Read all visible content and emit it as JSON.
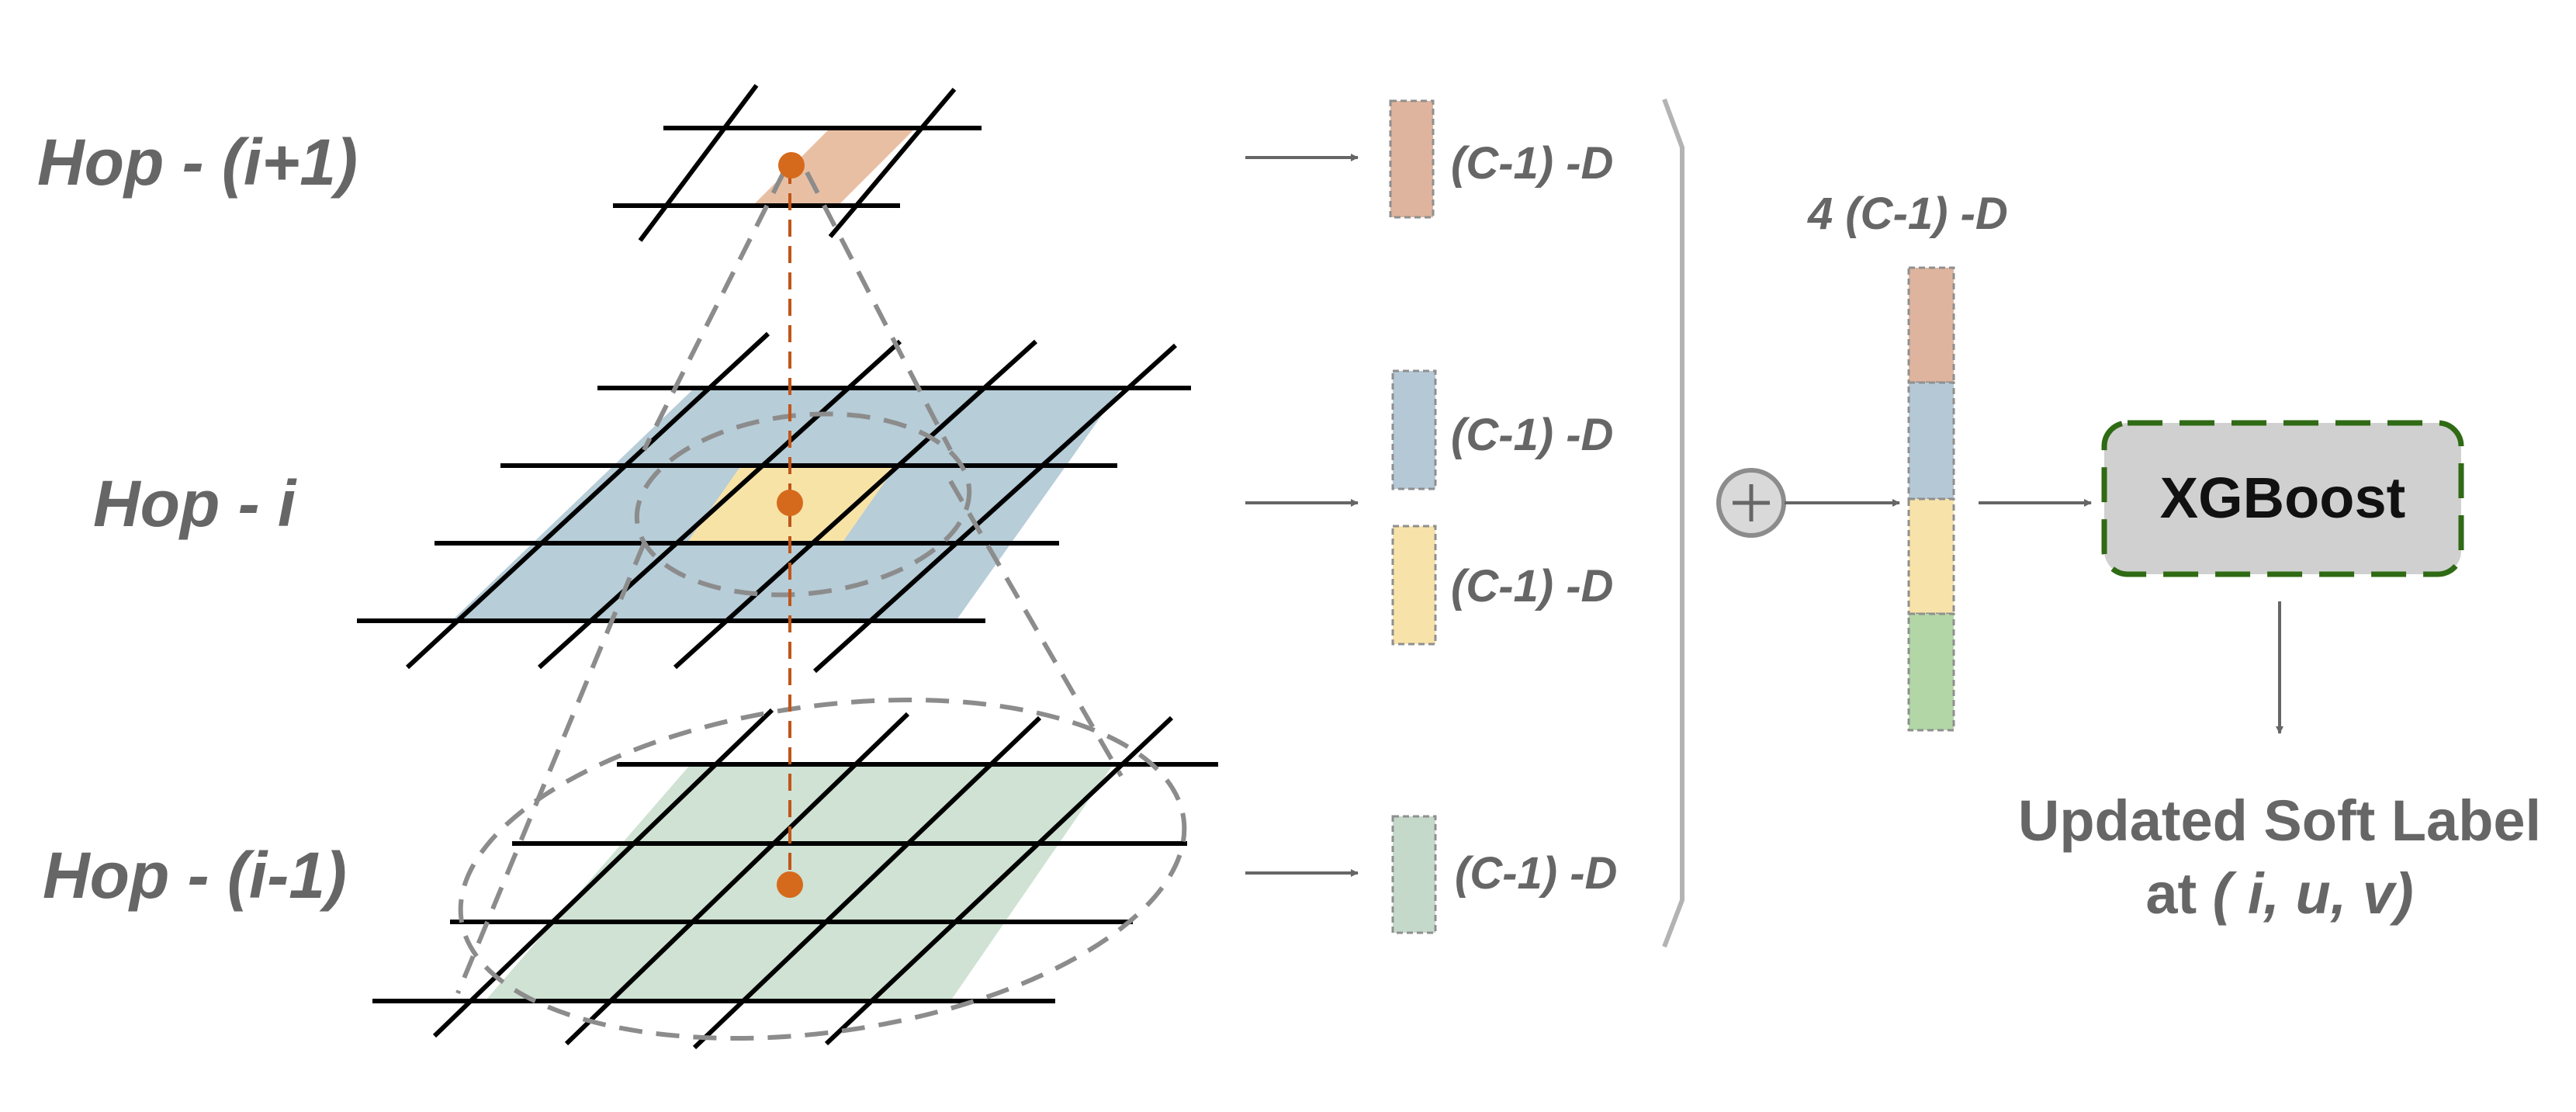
{
  "hops": {
    "top": {
      "label": "Hop - (i+1)",
      "feature_dim": "(C-1) -D",
      "color": "#E9BFA3"
    },
    "mid": {
      "label": "Hop - i",
      "feature_dim_a": "(C-1) -D",
      "feature_dim_b": "(C-1) -D",
      "color": "#B7CDD8",
      "center_color": "#F8E3A7"
    },
    "bottom": {
      "label": "Hop - (i-1)",
      "feature_dim": "(C-1) -D",
      "color": "#CFE2D3"
    }
  },
  "concat": {
    "label": "4 (C-1) -D",
    "icon": "circle-plus-icon"
  },
  "model": {
    "label": "XGBoost",
    "fill": "#D0D0D0",
    "border": "#2F6A14"
  },
  "output": {
    "line1": "Updated Soft Label",
    "line2_prefix": "at ",
    "line2_args": "( i, u, v)"
  },
  "colors": {
    "feature_orange": "#DFB49E",
    "feature_blue": "#B5C8D6",
    "feature_yellow": "#F7E3A9",
    "feature_green_small": "#C5D9CB",
    "feature_green": "#B2D6A6",
    "node": "#D66A1C",
    "text": "#666666"
  }
}
